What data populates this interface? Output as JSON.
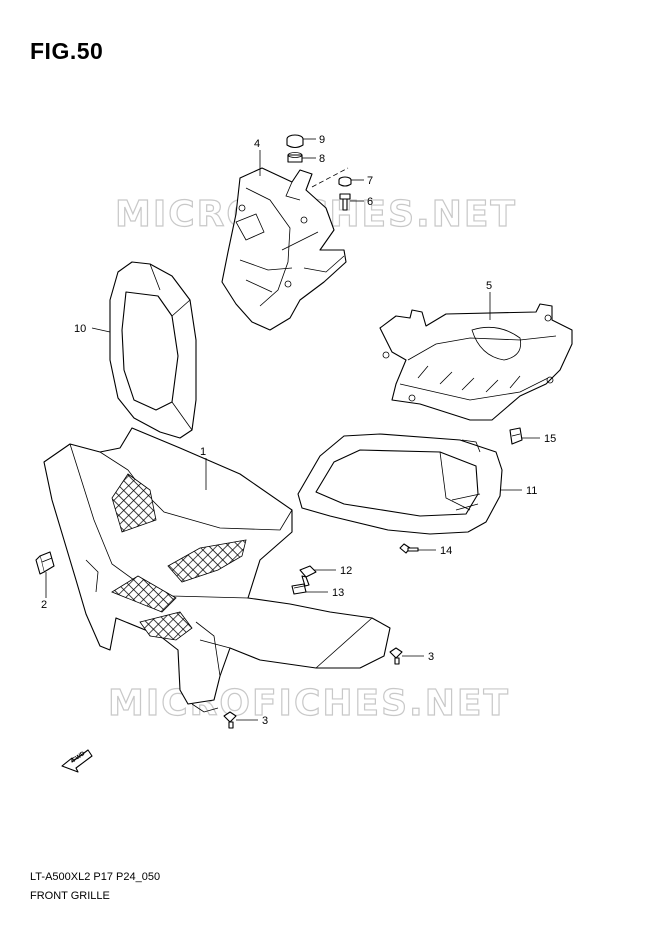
{
  "figure": {
    "title": "FIG.50",
    "model_code": "LT-A500XL2 P17 P24_050",
    "name": "FRONT GRILLE"
  },
  "watermark": "MICROFICHES.NET",
  "fwd_label": "FWD",
  "callouts": {
    "c1": "1",
    "c2": "2",
    "c3a": "3",
    "c3b": "3",
    "c4": "4",
    "c5": "5",
    "c6": "6",
    "c7": "7",
    "c8": "8",
    "c9": "9",
    "c10": "10",
    "c11": "11",
    "c12": "12",
    "c13": "13",
    "c14": "14",
    "c15": "15"
  }
}
